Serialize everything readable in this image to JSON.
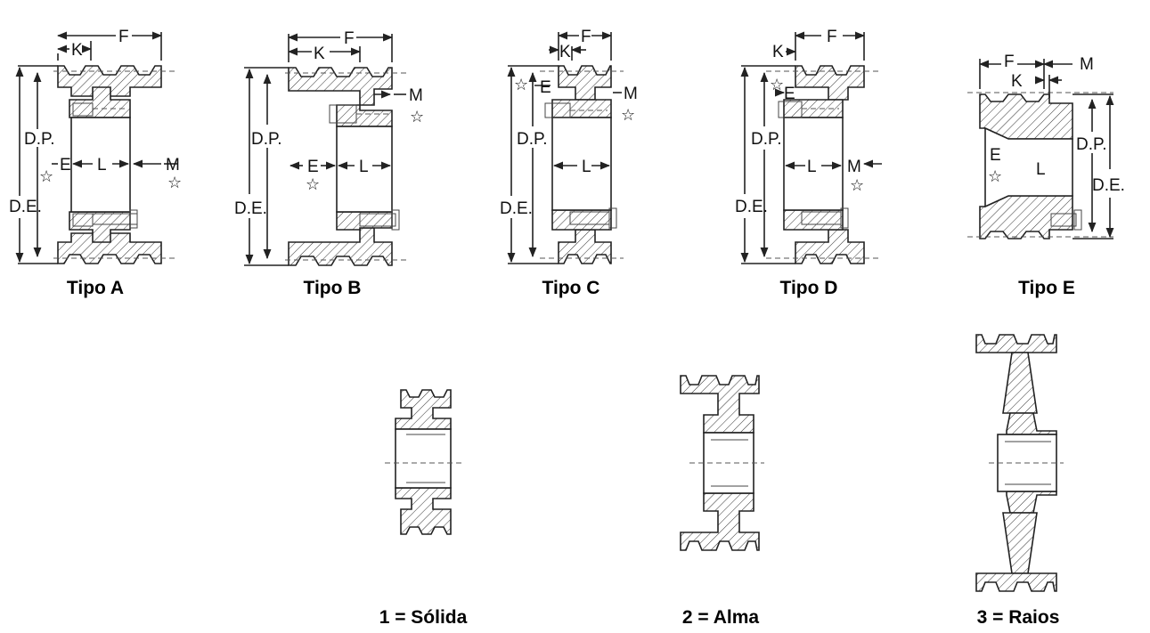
{
  "labels": {
    "F": "F",
    "K": "K",
    "M": "M",
    "E": "E",
    "L": "L",
    "DP": "D.P.",
    "DE": "D.E.",
    "star": "☆"
  },
  "types": [
    {
      "caption": "Tipo A"
    },
    {
      "caption": "Tipo B"
    },
    {
      "caption": "Tipo C"
    },
    {
      "caption": "Tipo D"
    },
    {
      "caption": "Tipo E"
    }
  ],
  "constructions": [
    {
      "caption": "1 = Sólida"
    },
    {
      "caption": "2 = Alma"
    },
    {
      "caption": "3 = Raios"
    }
  ]
}
